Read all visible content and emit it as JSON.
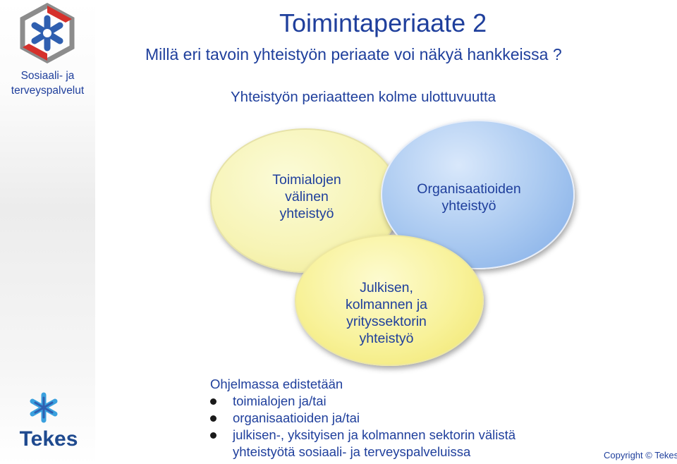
{
  "sidebar": {
    "org_name_line1": "Sosiaali- ja",
    "org_name_line2": "terveyspalvelut",
    "tekes_logo_text": "Tekes"
  },
  "slide": {
    "title": "Toimintaperiaate 2",
    "question": "Millä eri tavoin yhteistyön periaate voi näkyä hankkeissa ?",
    "subtitle": "Yhteistyön periaatteen kolme ulottuvuutta"
  },
  "circles": {
    "left": {
      "line1": "Toimialojen",
      "line2": "välinen",
      "line3": "yhteistyö"
    },
    "right": {
      "line1": "Organisaatioiden",
      "line2": "yhteistyö"
    },
    "bottom": {
      "line1": "Julkisen,",
      "line2": "kolmannen ja",
      "line3": "yrityssektorin",
      "line4": "yhteistyö"
    }
  },
  "program": {
    "heading": "Ohjelmassa edistetään",
    "items": [
      "toimialojen ja/tai",
      "organisaatioiden ja/tai",
      "julkisen-, yksityisen ja kolmannen sektorin välistä"
    ],
    "continuation": "yhteistyötä sosiaali- ja terveyspalveluissa"
  },
  "footer": {
    "copyright": "Copyright © Tekes"
  },
  "colors": {
    "text": "#1f3f9c",
    "logo_blue": "#2f5fb0",
    "logo_red": "#d5312c",
    "logo_grey": "#8c8c8c",
    "tekes_light_blue": "#3aa0de"
  },
  "icons": {
    "top_logo": "snowflake-logo-icon",
    "tekes_logo": "tekes-logo-icon"
  }
}
